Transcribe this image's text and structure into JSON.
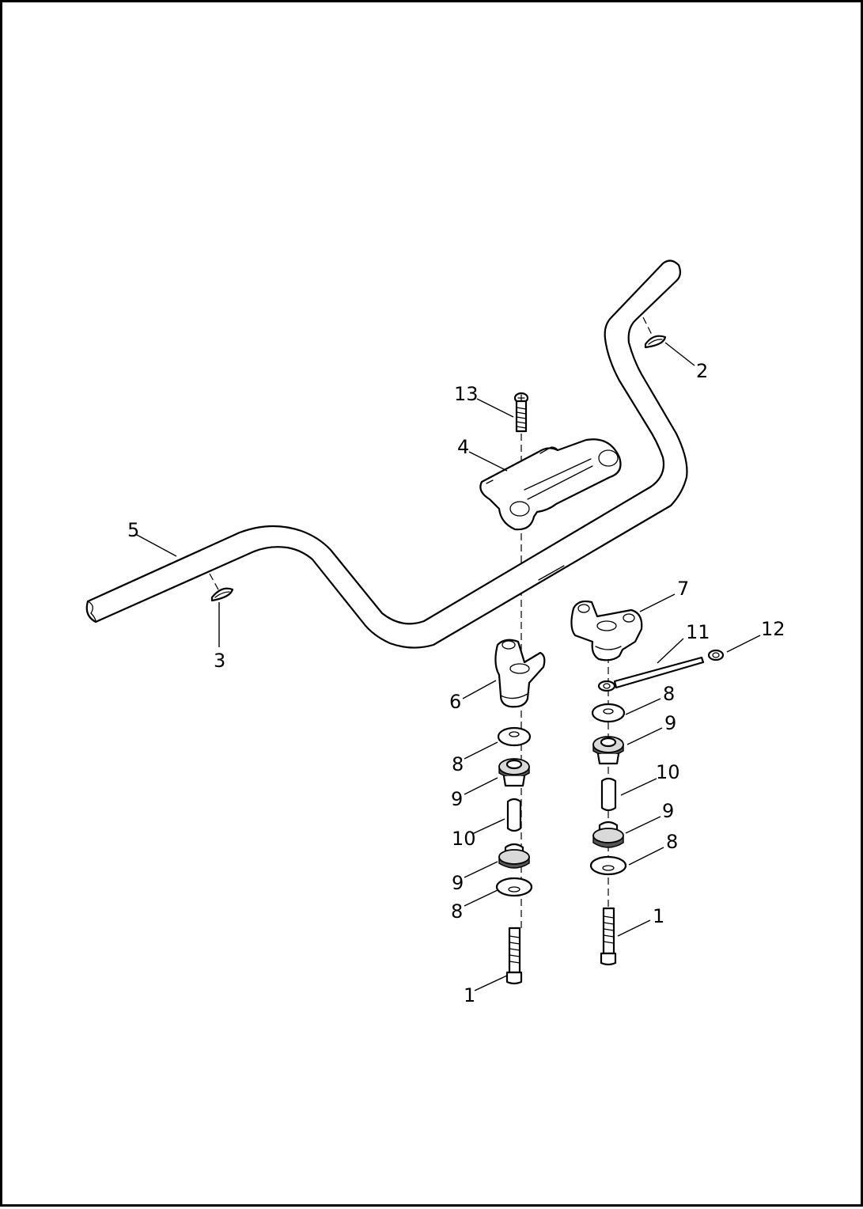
{
  "colors": {
    "line": "#000000",
    "background": "#ffffff",
    "shade": "#d9d9d9"
  },
  "callouts": {
    "c1_left": "1",
    "c1_right": "1",
    "c2": "2",
    "c3": "3",
    "c4": "4",
    "c5": "5",
    "c6": "6",
    "c7": "7",
    "c8_left_upper": "8",
    "c8_left_lower": "8",
    "c8_right_upper": "8",
    "c8_right_lower": "8",
    "c9_left_upper": "9",
    "c9_left_lower": "9",
    "c9_right_upper": "9",
    "c9_right_lower": "9",
    "c10_left": "10",
    "c10_right": "10",
    "c11": "11",
    "c12": "12",
    "c13": "13"
  }
}
